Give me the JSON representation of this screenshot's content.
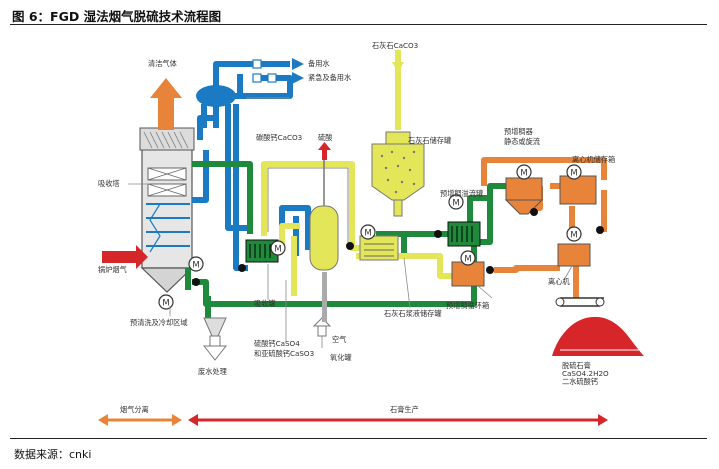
{
  "figure": {
    "title": "图 6：FGD 湿法烟气脱硫技术流程图",
    "source": "数据来源：cnki"
  },
  "labels": {
    "clean_flue_gas": "清洁气体",
    "backup_water": "备用水",
    "emergency_water": "紧急及备用水",
    "limestone": "石灰石CaCO3",
    "limestone_silo": "石灰石储存罐",
    "absorber": "吸收塔",
    "boiler_flue_gas": "锅炉烟气",
    "precooling_zone": "预清洗及冷却区域",
    "reagent_caco3": "碳酸钙CaCO3",
    "sulfuric_acid": "硫酸",
    "absorb_tank": "吸收罐",
    "sulfate_line1": "硫酸钙CaSO4",
    "sulfate_line2": "和亚硫酸钙CaSO3",
    "air": "空气",
    "oxidation_tank": "氧化罐",
    "wastewater": "废水处理",
    "slurry_tank": "石灰石浆液储存罐",
    "pre_thickener_tank": "预增稠溢流罐",
    "pre_thickener_l1": "预增稠器",
    "pre_thickener_l2": "静态或旋流",
    "centrifuge_tank": "离心机储存箱",
    "centrifuge": "离心机",
    "pre_thickener_loop": "预增稠循环箱",
    "gypsum_l1": "脱硫石膏",
    "gypsum_l2": "CaSO4.2H2O",
    "gypsum_l3": "二水硫酸钙",
    "flue_section": "烟气分离",
    "gypsum_section": "石膏生产",
    "motor": "M"
  },
  "colors": {
    "blue": "#1a7bc4",
    "green": "#1f8a3c",
    "yellow": "#e4e65a",
    "orange": "#e8843a",
    "red": "#d6262a",
    "grey": "#9a9a9a"
  }
}
